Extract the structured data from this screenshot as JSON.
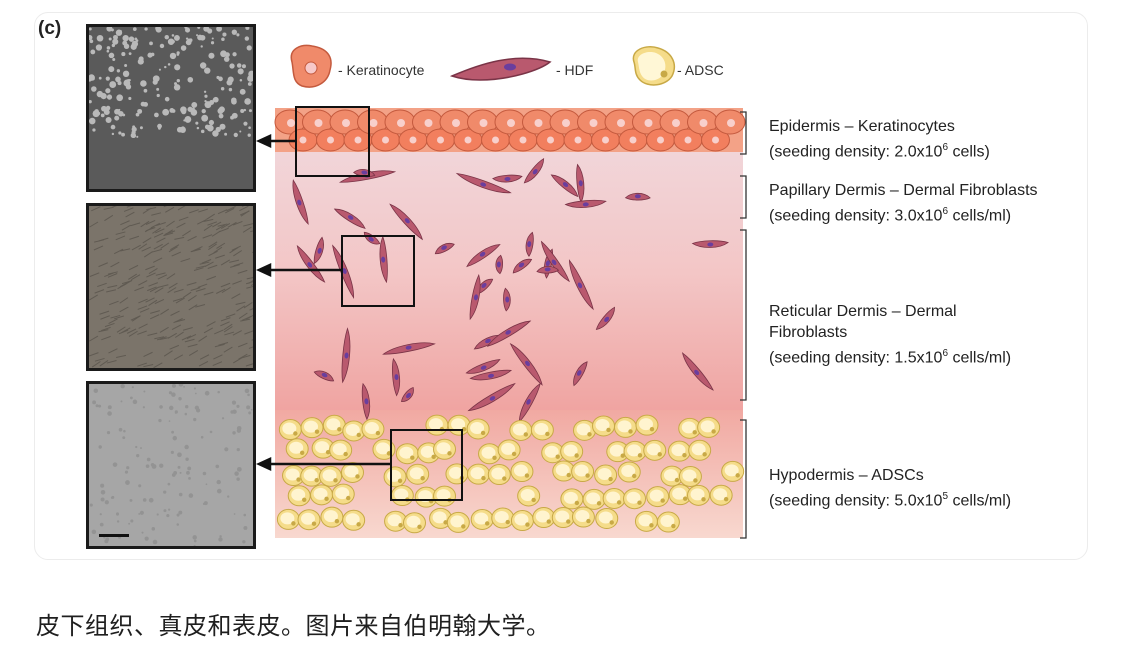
{
  "panel_label": "(c)",
  "legend": [
    {
      "label": "- Keratinocyte",
      "icon": "keratinocyte-icon",
      "color": "#f08a6a"
    },
    {
      "label": "- HDF",
      "icon": "hdf-icon",
      "color": "#b9596e"
    },
    {
      "label": "- ADSC",
      "icon": "adsc-icon",
      "color": "#f5dc8a"
    }
  ],
  "layers": [
    {
      "name": "Epidermis – Keratinocytes",
      "density_prefix": "(seeding density: 2.0x10",
      "density_exp": "6",
      "density_suffix": " cells)"
    },
    {
      "name": "Papillary Dermis – Dermal Fibroblasts",
      "density_prefix": "(seeding density: 3.0x10",
      "density_exp": "6",
      "density_suffix": " cells/ml)"
    },
    {
      "name": "Reticular Dermis – Dermal",
      "name2": "Fibroblasts",
      "density_prefix": "(seeding density: 1.5x10",
      "density_exp": "6",
      "density_suffix": " cells/ml)"
    },
    {
      "name": "Hypodermis – ADSCs",
      "density_prefix": "(seeding density: 5.0x10",
      "density_exp": "5",
      "density_suffix": " cells/ml)"
    }
  ],
  "caption": "皮下组织、真皮和表皮。图片来自伯明翰大学。",
  "colors": {
    "epidermis": "#f4a58a",
    "dermis_top": "#f1d3d6",
    "dermis_bottom": "#f0a9a4",
    "hypodermis": "#f6c9bf",
    "cell_fibroblast": "#b9596e",
    "nucleus": "#6a3e9e"
  }
}
